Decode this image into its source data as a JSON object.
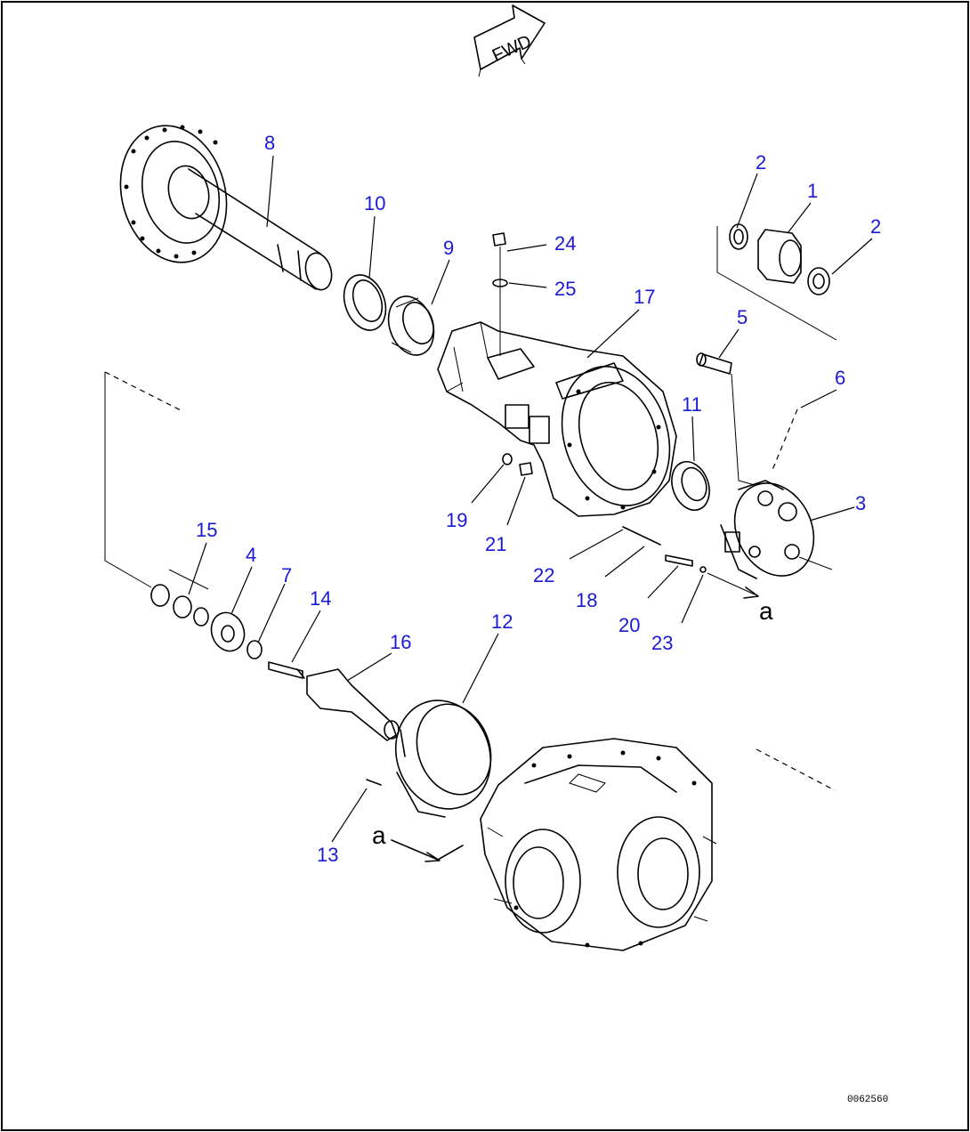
{
  "diagram": {
    "direction_label": "FWD",
    "view_marker": "a",
    "drawing_code": "0062560",
    "callouts": [
      "1",
      "2",
      "2",
      "3",
      "4",
      "5",
      "6",
      "7",
      "8",
      "9",
      "10",
      "11",
      "12",
      "13",
      "14",
      "15",
      "16",
      "17",
      "18",
      "19",
      "20",
      "21",
      "22",
      "23",
      "24",
      "25"
    ]
  }
}
